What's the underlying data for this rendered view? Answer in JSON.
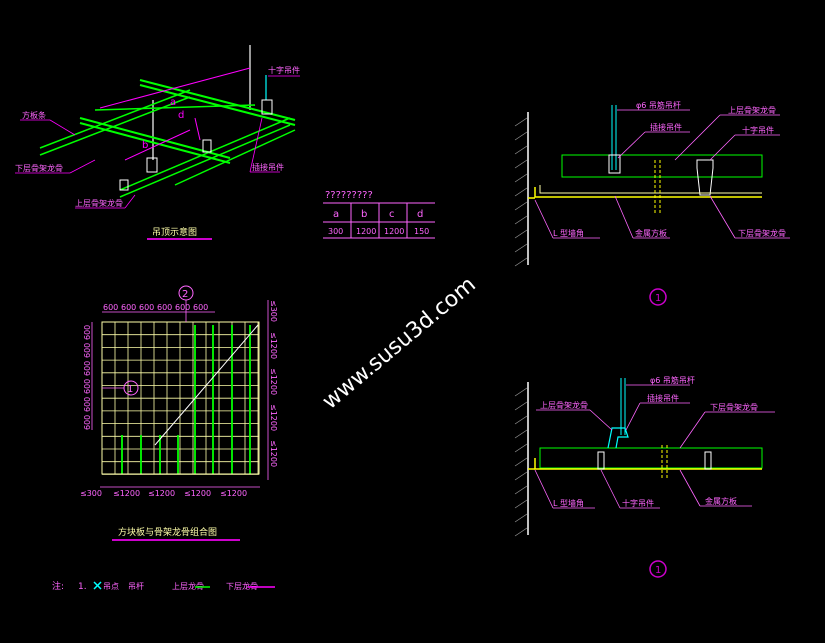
{
  "colors": {
    "bg": "#000000",
    "green": "#00ff00",
    "yellow": "#ffff00",
    "white": "#ffffff",
    "cyan": "#00ffff",
    "magenta": "#ff00ff",
    "red": "#ff0000",
    "purple": "#cc00cc",
    "lightyellow": "#ffffaa",
    "grey": "#9a9a9a"
  },
  "isometric": {
    "caption": "吊顶示意图",
    "labels": {
      "top_right": "十字吊件",
      "left_top": "方板条",
      "left_mid": "下层骨架龙骨",
      "bottom_left": "上层骨架龙骨",
      "right_mid": "插接吊件"
    },
    "dim_letters": [
      "a",
      "b",
      "c",
      "d"
    ]
  },
  "table": {
    "title": "?????????",
    "headers": [
      "a",
      "b",
      "c",
      "d"
    ],
    "values": [
      "300",
      "1200",
      "1200",
      "150"
    ]
  },
  "plan": {
    "caption": "方块板与骨架龙骨组合图",
    "top_dims": [
      "600",
      "600",
      "600",
      "600",
      "600",
      "600"
    ],
    "left_dims": [
      "600",
      "600",
      "600",
      "600",
      "600",
      "600"
    ],
    "right_dims": [
      "≤300",
      "≤1200",
      "≤1200",
      "≤1200",
      "≤1200"
    ],
    "bottom_dims": [
      "≤300",
      "≤1200",
      "≤1200",
      "≤1200",
      "≤1200"
    ],
    "marker_top": "2",
    "marker_left": "1"
  },
  "section1": {
    "labels": {
      "rod": "φ6  吊筋吊杆",
      "upper": "上层骨架龙骨",
      "hanger": "插接吊件",
      "cross": "十字吊件",
      "wall_trim": "L 型墙角",
      "panel": "金属方板",
      "lower": "下层骨架龙骨"
    },
    "marker": "1"
  },
  "section2": {
    "labels": {
      "rod": "φ6  吊筋吊杆",
      "upper": "上层骨架龙骨",
      "hanger": "插接吊件",
      "lower": "下层骨架龙骨",
      "wall_trim": "L 型墙角",
      "cross": "十字吊件",
      "panel": "金属方板"
    },
    "marker": "1"
  },
  "watermark": "www.susu3d.com",
  "legend": {
    "note": "注:",
    "num": "1.",
    "item1": "吊点",
    "item2": "吊杆",
    "item3": "上层龙骨",
    "item4": "下层龙骨"
  }
}
